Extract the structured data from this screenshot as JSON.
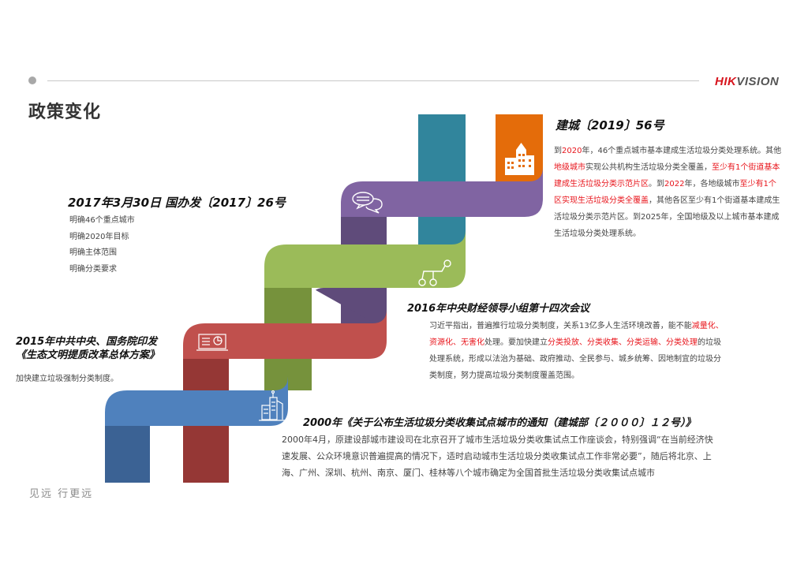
{
  "header": {
    "page_title": "政策变化",
    "logo": {
      "part1": "HIK",
      "part2": "VISION"
    }
  },
  "colors": {
    "blue": "#4f81bd",
    "blue_dark": "#3b6294",
    "red": "#c0504d",
    "red_dark": "#953735",
    "green": "#9bbb59",
    "green_dark": "#76923c",
    "purple": "#8064a2",
    "purple_dark": "#5f4b7a",
    "teal": "#31859c",
    "orange": "#e46c0a",
    "highlight_red": "#e8141b"
  },
  "timeline": [
    {
      "id": "2019",
      "title": "建城〔2019〕56号",
      "icon": "buildings-icon",
      "lines": [
        [
          {
            "t": "到"
          },
          {
            "t": "2020",
            "red": true
          },
          {
            "t": "年，46个重点城市基本建成生活垃圾分类处理系统。其他"
          }
        ],
        [
          {
            "t": "地级城市",
            "red": true
          },
          {
            "t": "实现公共机构生活垃圾分类全覆盖，"
          },
          {
            "t": "至少有1个街道基本",
            "red": true
          }
        ],
        [
          {
            "t": "建成生活垃圾分类示范片区",
            "red": true
          },
          {
            "t": "。到"
          },
          {
            "t": "2022",
            "red": true
          },
          {
            "t": "年，各地级城市"
          },
          {
            "t": "至少有1个",
            "red": true
          }
        ],
        [
          {
            "t": "区实现生活垃圾分类全覆盖",
            "red": true
          },
          {
            "t": "，其他各区至少有1个街道基本建成生"
          }
        ],
        [
          {
            "t": "活垃圾分类示范片区。到2025年，全国地级及以上城市基本建成"
          }
        ],
        [
          {
            "t": "生活垃圾分类处理系统。"
          }
        ]
      ]
    },
    {
      "id": "2017",
      "title": "2017年3月30日 国办发〔2017〕26号",
      "icon": "chat-bubbles-icon",
      "items": [
        "明确46个重点城市",
        "明确2020年目标",
        "明确主体范围",
        "明确分类要求"
      ]
    },
    {
      "id": "2016",
      "title": "2016年中央财经领导小组第十四次会议",
      "icon": "network-nodes-icon",
      "lines": [
        [
          {
            "t": "习近平指出，普遍推行垃圾分类制度，关系13亿多人生活环境改善，能不能"
          },
          {
            "t": "减量化、",
            "red": true
          }
        ],
        [
          {
            "t": "资源化、无害化",
            "red": true
          },
          {
            "t": "处理。要加快建立"
          },
          {
            "t": "分类投放、分类收集、分类运输、分类处理",
            "red": true
          },
          {
            "t": "的垃圾"
          }
        ],
        [
          {
            "t": "处理系统，形成以法治为基础、政府推动、全民参与、城乡统筹、因地制宜的垃圾分"
          }
        ],
        [
          {
            "t": "类制度，努力提高垃圾分类制度覆盖范围。"
          }
        ]
      ]
    },
    {
      "id": "2015",
      "title_line1": "2015年中共中央、国务院印发",
      "title_line2": "《生态文明提质改革总体方案》",
      "icon": "presentation-screen-icon",
      "text": "加快建立垃圾强制分类制度。"
    },
    {
      "id": "2000",
      "title": "2000年《关于公布生活垃圾分类收集试点城市的通知（建城部〔２０００〕１２号）》",
      "icon": "office-buildings-icon",
      "lines": [
        "2000年4月，原建设部城市建设司在北京召开了城市生活垃圾分类收集试点工作座谈会，特别强调“在当前经济快",
        "速发展、公众环境意识普遍提高的情况下，适时启动城市生活垃圾分类收集试点工作非常必要”，随后将北京、上",
        "海、广州、深圳、杭州、南京、厦门、桂林等八个城市确定为全国首批生活垃圾分类收集试点城市"
      ]
    }
  ],
  "footer": {
    "tagline": "见远 行更远"
  }
}
